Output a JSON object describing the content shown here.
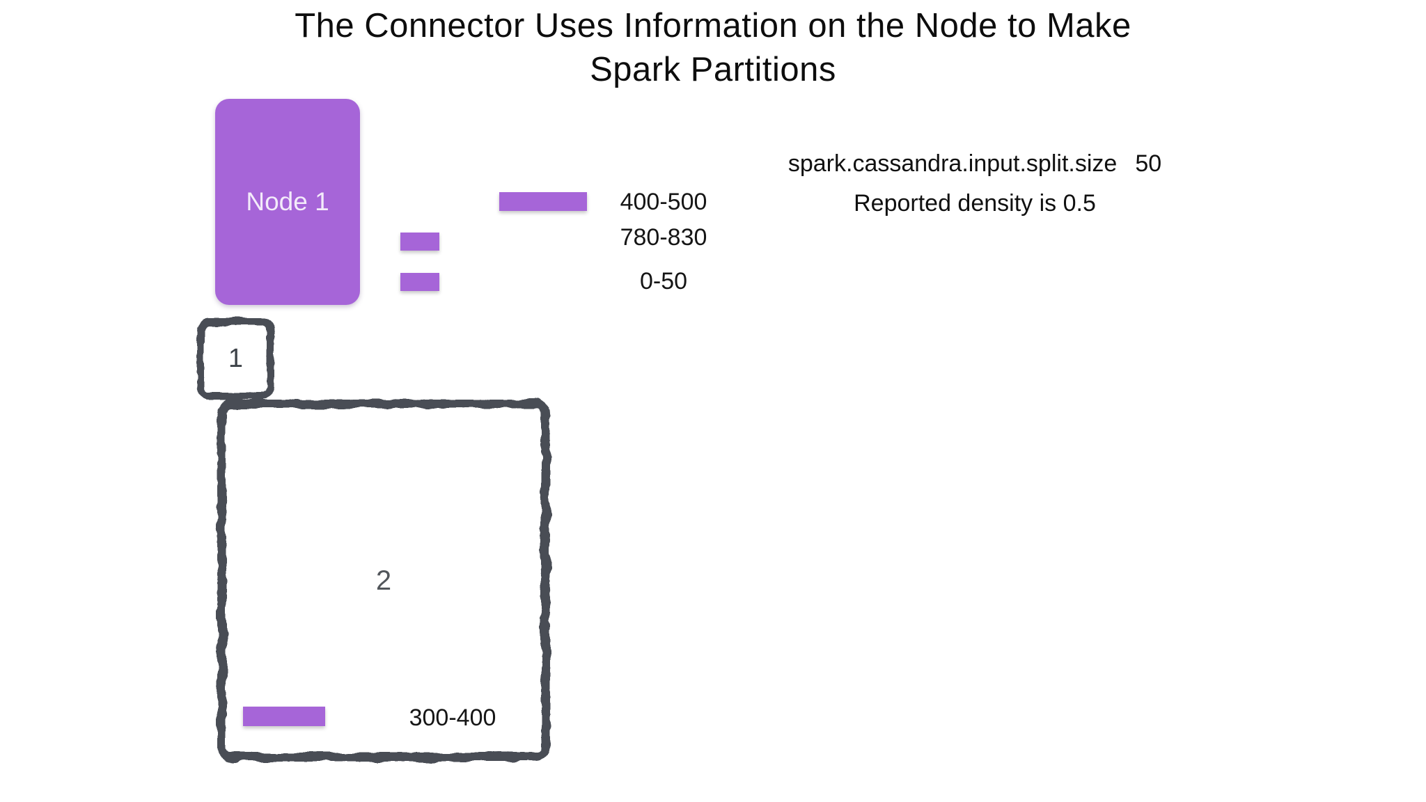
{
  "slide": {
    "title": "The Connector Uses Information on the Node to Make\nSpark Partitions"
  },
  "node": {
    "label": "Node 1"
  },
  "token_ranges": [
    {
      "label": "400-500"
    },
    {
      "label": "780-830"
    },
    {
      "label": "0-50"
    }
  ],
  "config": {
    "property": "spark.cassandra.input.split.size",
    "value": "50",
    "density_note": "Reported density is 0.5"
  },
  "spark_partitions": [
    {
      "label": "1",
      "ranges": []
    },
    {
      "label": "2",
      "ranges": [
        {
          "label": "300-400"
        }
      ]
    }
  ],
  "colors": {
    "token_range_fill": "#a665d8",
    "node_fill": "#a665d8",
    "node_text": "#f3ebfa",
    "partition_border": "#484d54",
    "title_text": "#0d0d0d",
    "background": "#ffffff"
  }
}
